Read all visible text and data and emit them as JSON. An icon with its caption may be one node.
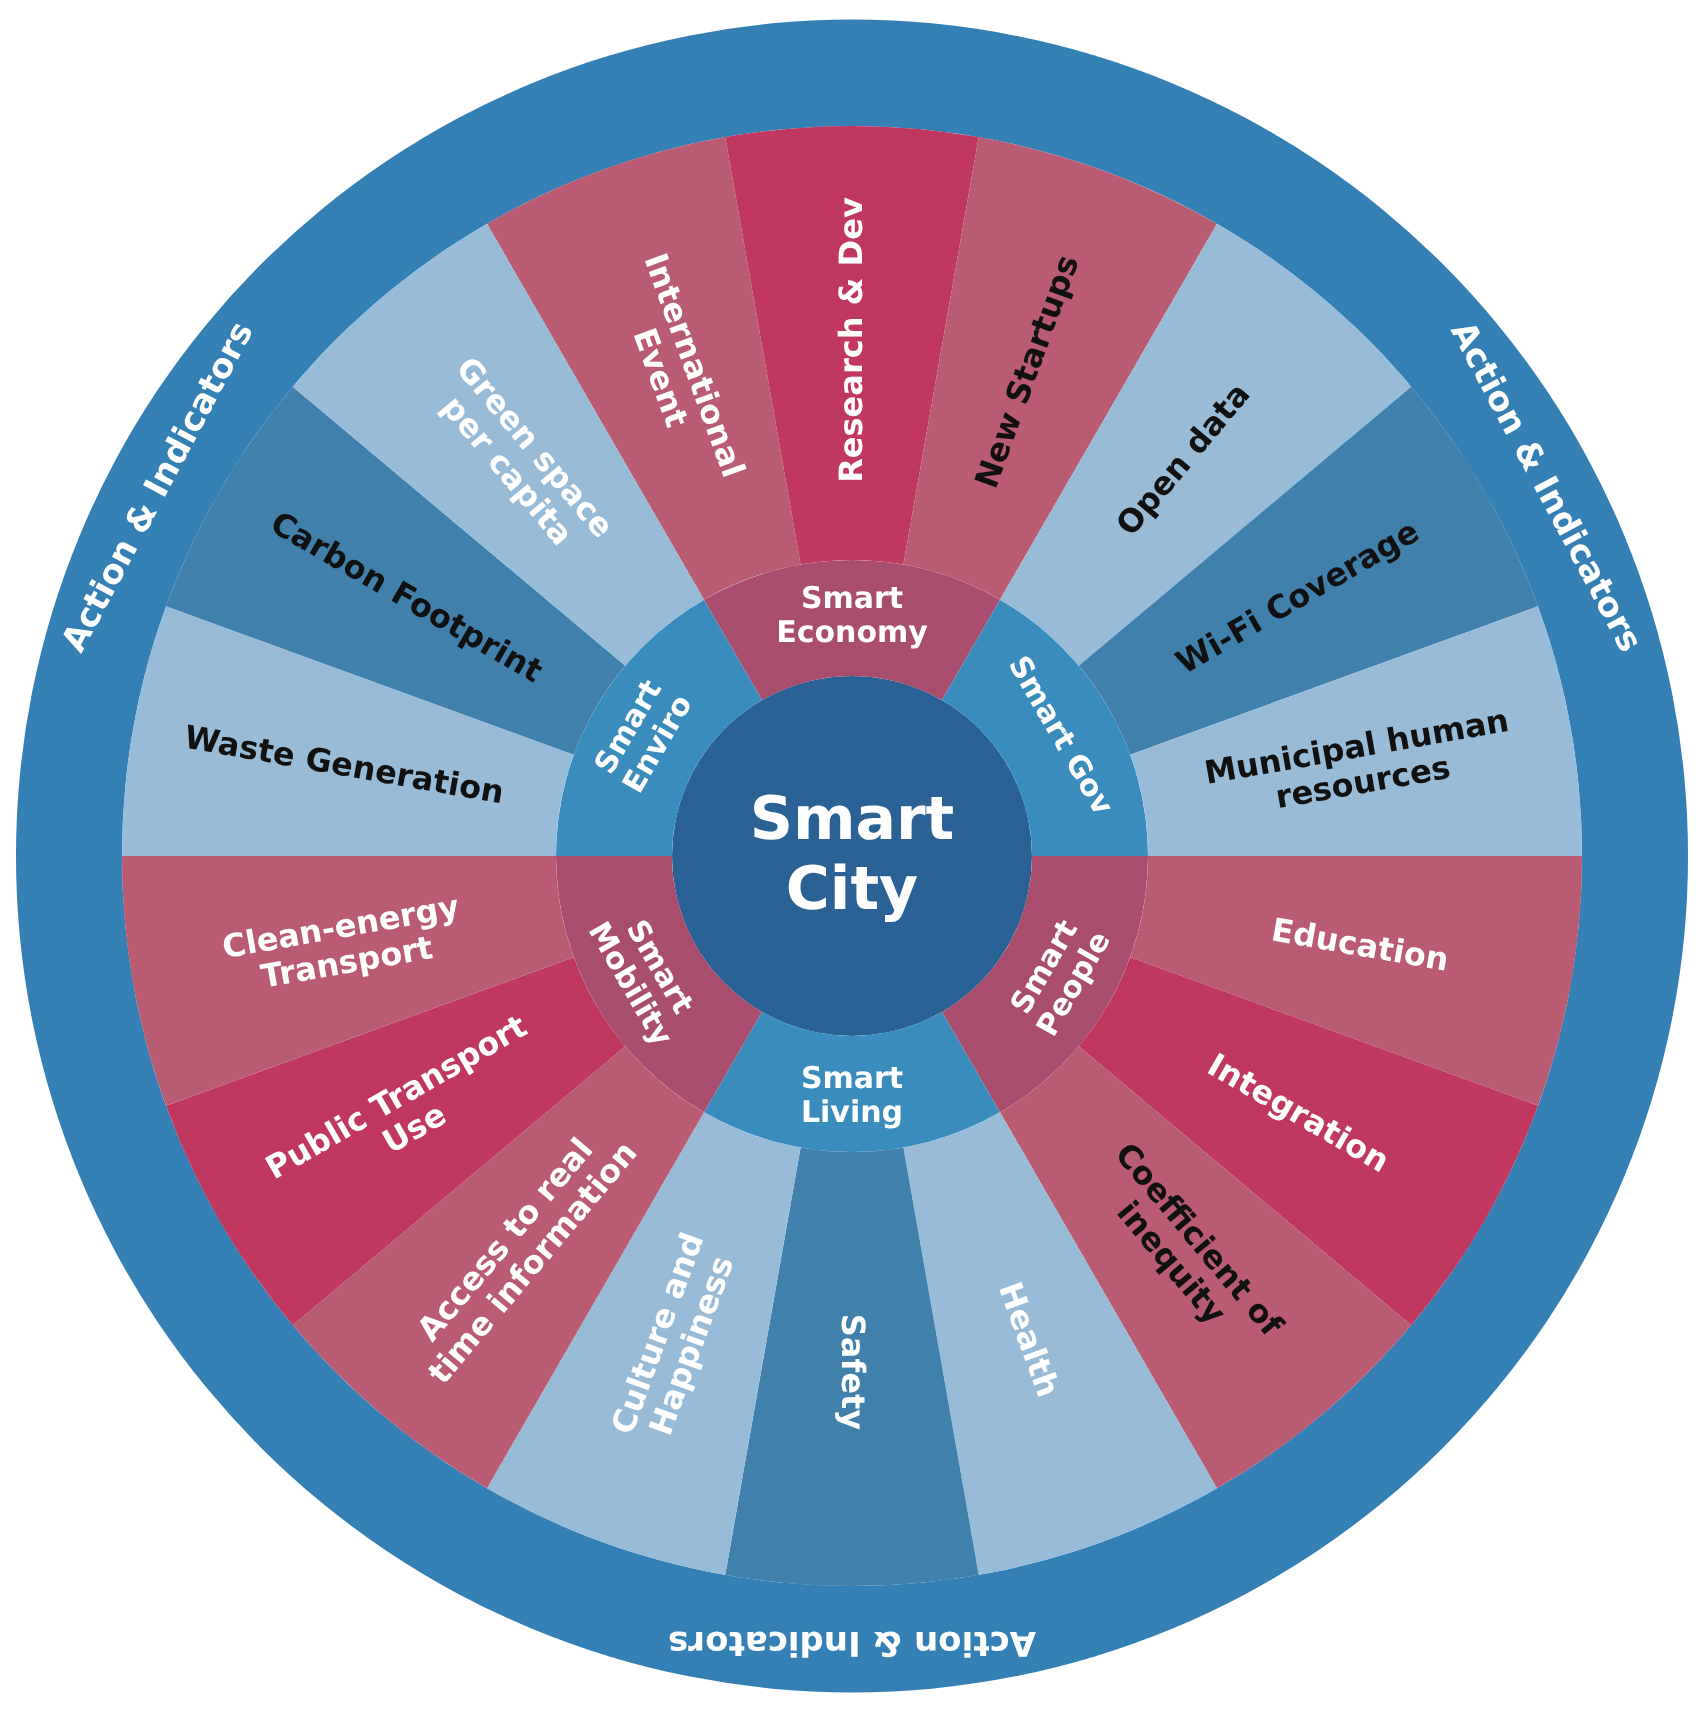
{
  "diagram": {
    "nodes": [
      {
        "text": [
          "Action & Indicators",
          "Action & Indicators",
          "Action & Indicators"
        ]
      },
      {
        "text": [
          "Smart City"
        ],
        "in": 0
      },
      {
        "text": [
          "Smart Economy"
        ],
        "in": 0
      },
      {
        "text": [
          "Smart Gov"
        ],
        "in": 0
      },
      {
        "text": [
          "Smart People"
        ],
        "in": 0
      },
      {
        "text": [
          "Smart Living"
        ],
        "in": 0
      },
      {
        "text": [
          "Smart Mobility"
        ],
        "in": 0
      },
      {
        "text": [
          "Smart Enviro"
        ],
        "in": 0
      },
      {
        "text": [
          "International Event"
        ],
        "in": 0
      },
      {
        "text": [
          "Research & Dev"
        ],
        "in": 0
      },
      {
        "text": [
          "New Startups"
        ],
        "in": 0
      },
      {
        "text": [
          "Open data"
        ],
        "in": 0
      },
      {
        "text": [
          "Wi-Fi Coverage"
        ],
        "in": 0
      },
      {
        "text": [
          "Municipal human resources"
        ],
        "in": 0
      },
      {
        "text": [
          "Education"
        ],
        "in": 0
      },
      {
        "text": [
          "Integration"
        ],
        "in": 0
      },
      {
        "text": [
          "Coefficient of inequity"
        ],
        "in": 0
      },
      {
        "text": [
          "Health"
        ],
        "in": 0
      },
      {
        "text": [
          "Safety"
        ],
        "in": 0
      },
      {
        "text": [
          "Culture and Happiness"
        ],
        "in": 0
      },
      {
        "text": [
          "Access to real time information"
        ],
        "in": 0
      },
      {
        "text": [
          "Public Transport Use"
        ],
        "in": 0
      },
      {
        "text": [
          "Clean-energy Transport"
        ],
        "in": 0
      },
      {
        "text": [
          "Waste Generation"
        ],
        "in": 0
      },
      {
        "text": [
          "Carbon Footprint"
        ],
        "in": 0
      },
      {
        "text": [
          "Green space per capita"
        ],
        "in": 0
      }
    ],
    "edges": []
  }
}
